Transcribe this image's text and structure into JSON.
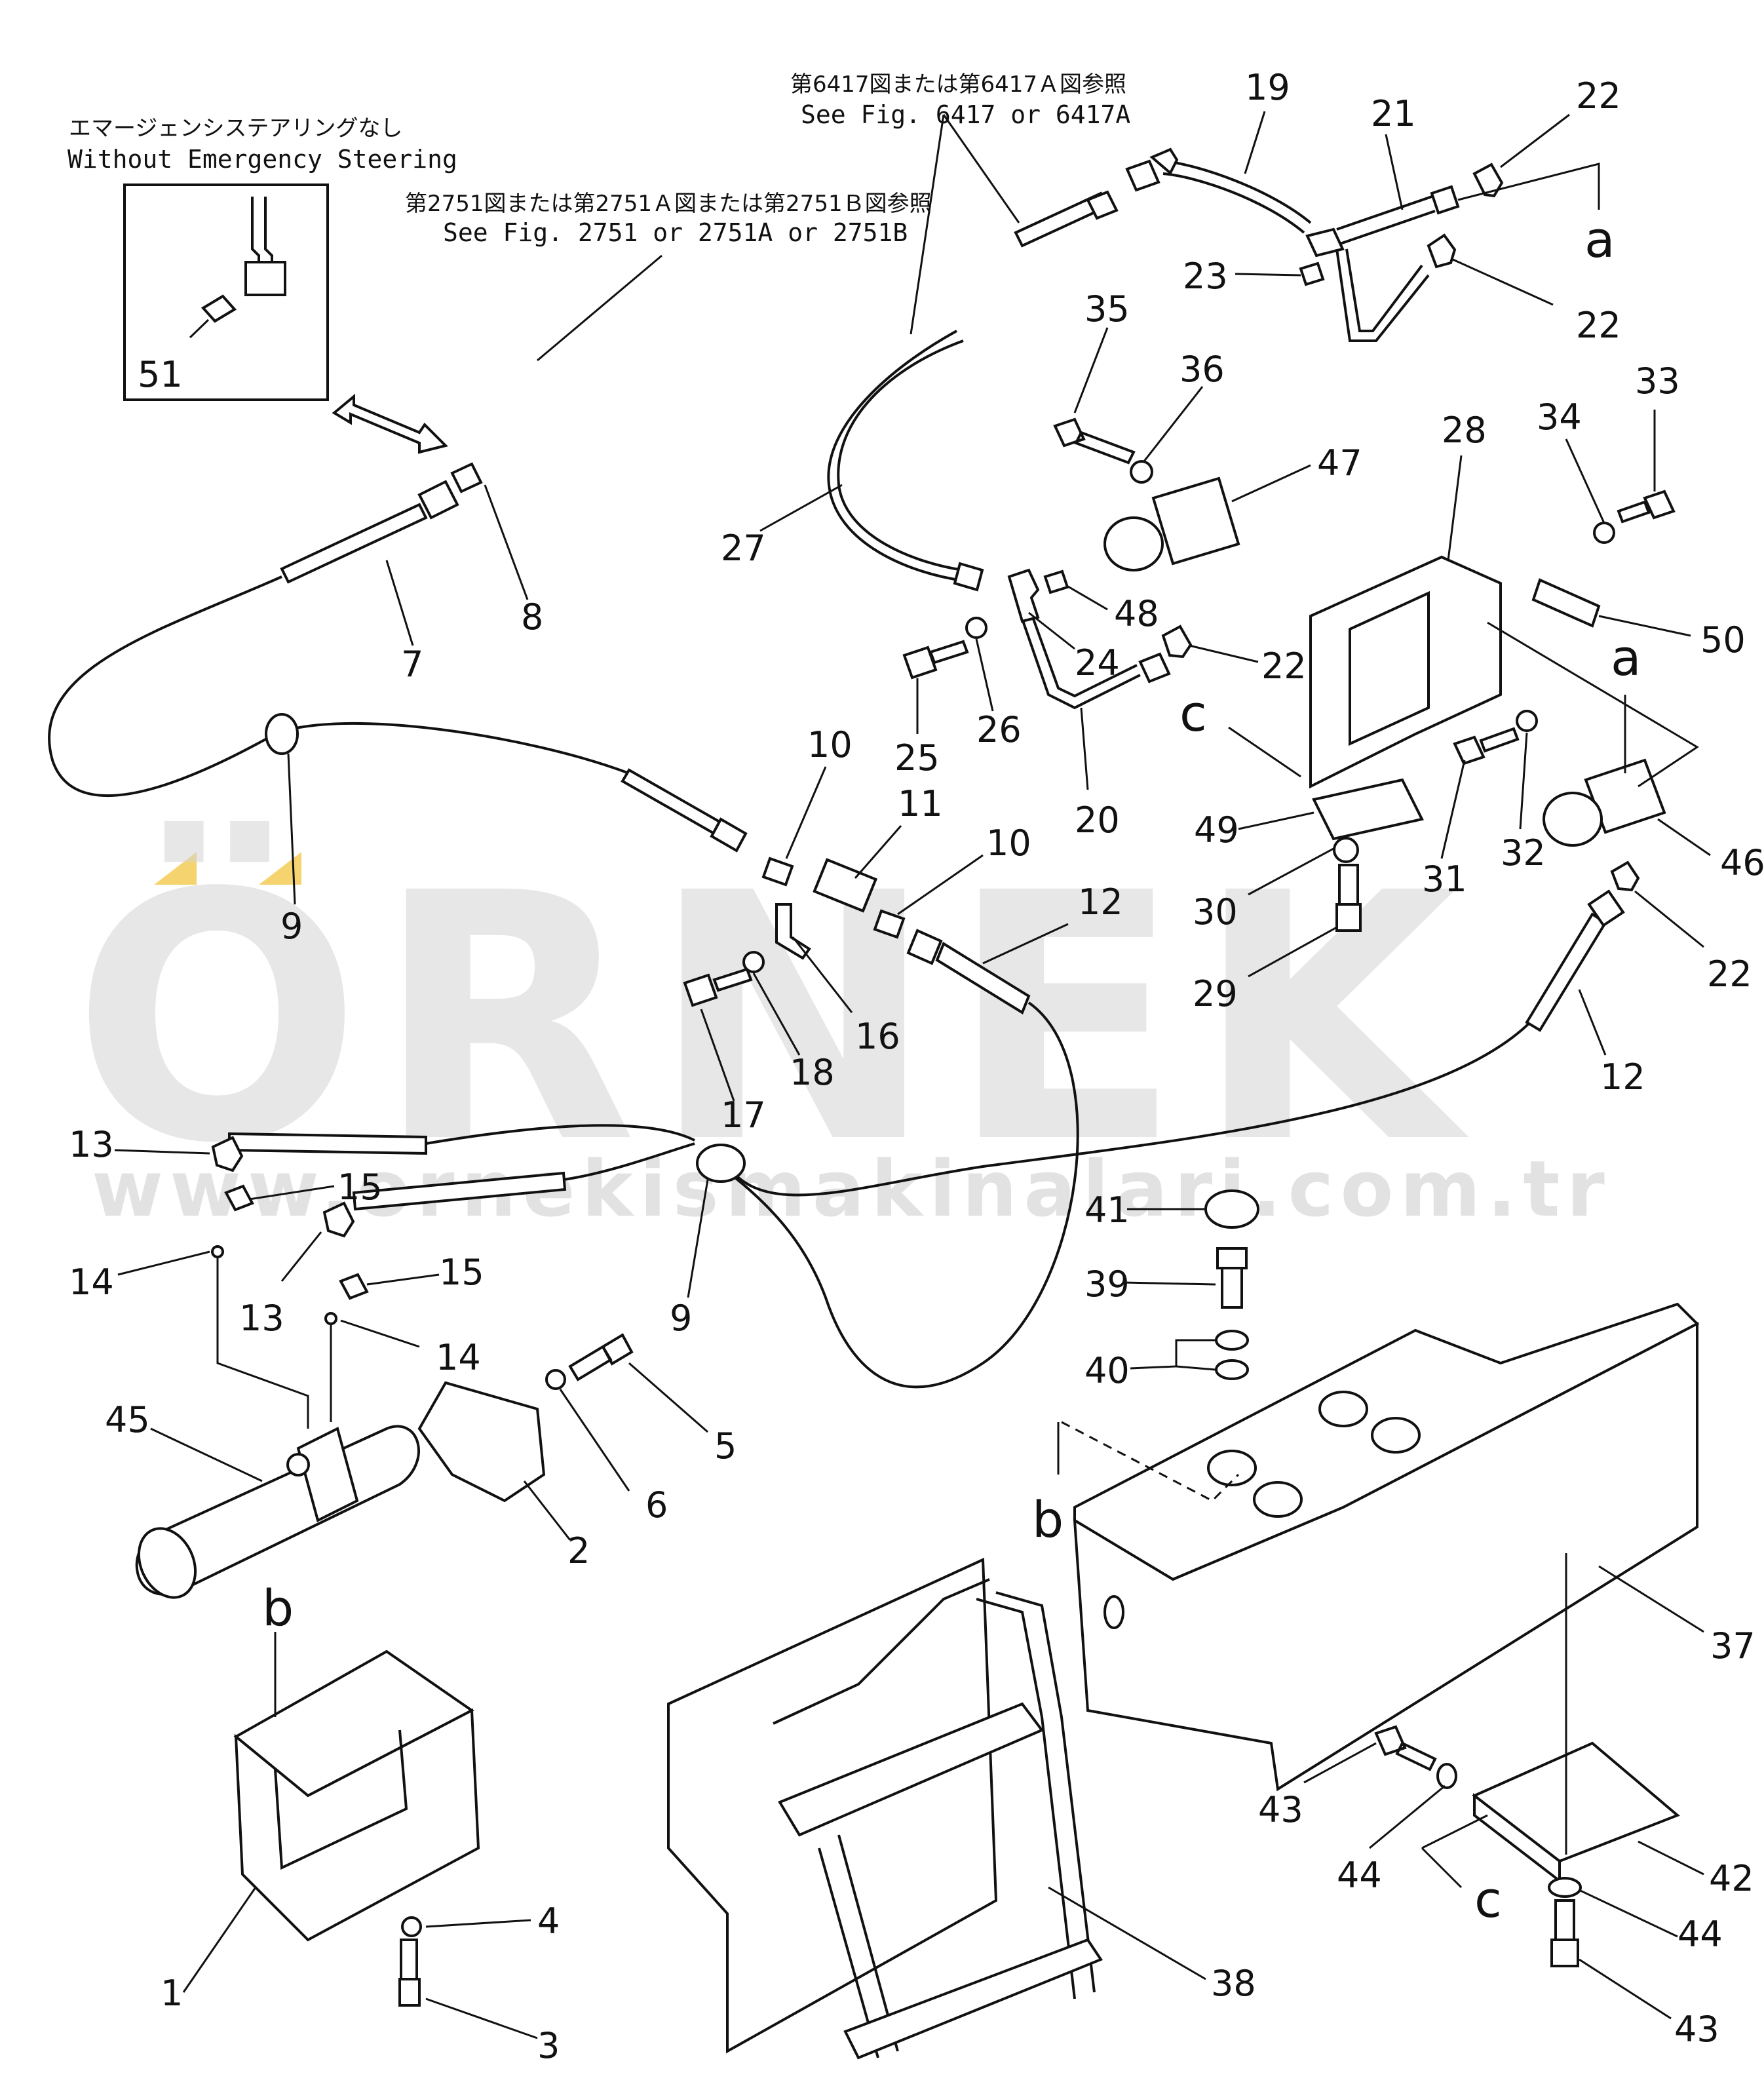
{
  "annotations": {
    "emergency_jp": "エマージェンシステアリングなし",
    "emergency_en": "Without Emergency Steering",
    "fig2751_jp": "第2751図または第2751Ａ図または第2751Ｂ図参照",
    "fig2751_en": "See Fig. 2751 or 2751A or 2751B",
    "fig6417_jp": "第6417図または第6417Ａ図参照",
    "fig6417_en": "See Fig. 6417 or 6417A"
  },
  "watermark": {
    "brand": "ÖRNEK",
    "url": "www.ornekismakinalari.com.tr",
    "color": "#d4d4d4",
    "accent": "#f2c94c"
  },
  "labels": {
    "n1": "1",
    "n2": "2",
    "n3": "3",
    "n4": "4",
    "n5": "5",
    "n6": "6",
    "n7": "7",
    "n8": "8",
    "n9a": "9",
    "n9b": "9",
    "n10a": "10",
    "n10b": "10",
    "n11": "11",
    "n12a": "12",
    "n12b": "12",
    "n13a": "13",
    "n13b": "13",
    "n14a": "14",
    "n14b": "14",
    "n15a": "15",
    "n15b": "15",
    "n16": "16",
    "n17": "17",
    "n18": "18",
    "n19": "19",
    "n20": "20",
    "n21": "21",
    "n22a": "22",
    "n22b": "22",
    "n22c": "22",
    "n22d": "22",
    "n23": "23",
    "n24": "24",
    "n25": "25",
    "n26": "26",
    "n27": "27",
    "n28": "28",
    "n29": "29",
    "n30": "30",
    "n31": "31",
    "n32": "32",
    "n33": "33",
    "n34": "34",
    "n35": "35",
    "n36": "36",
    "n37": "37",
    "n38": "38",
    "n39": "39",
    "n40": "40",
    "n41": "41",
    "n42": "42",
    "n43a": "43",
    "n43b": "43",
    "n44a": "44",
    "n44b": "44",
    "n45": "45",
    "n46": "46",
    "n47": "47",
    "n48": "48",
    "n49": "49",
    "n50": "50",
    "n51": "51",
    "la1": "a",
    "la2": "a",
    "lb1": "b",
    "lb2": "b",
    "lc1": "c",
    "lc2": "c"
  }
}
